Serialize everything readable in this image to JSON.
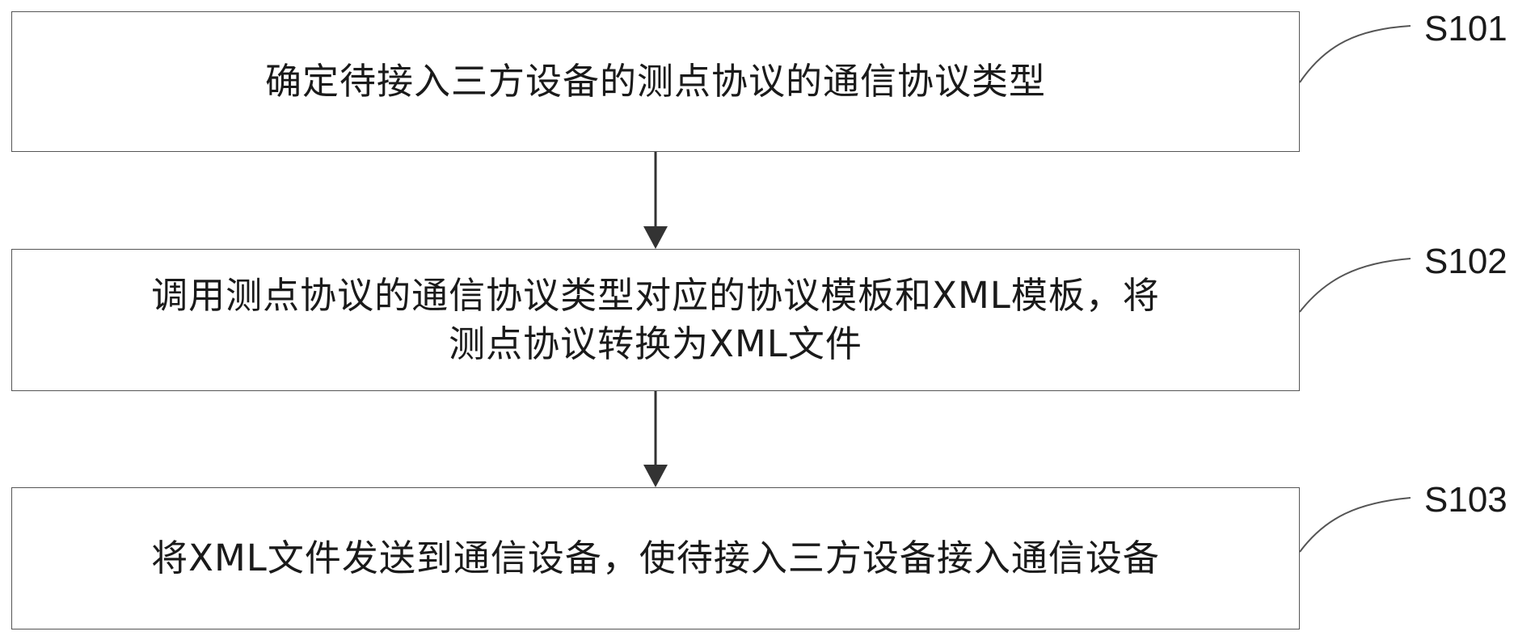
{
  "flowchart": {
    "steps": [
      {
        "id": "S101",
        "text": "确定待接入三方设备的测点协议的通信协议类型"
      },
      {
        "id": "S102",
        "text": "调用测点协议的通信协议类型对应的协议模板和XML模板，将\n测点协议转换为XML文件"
      },
      {
        "id": "S103",
        "text": "将XML文件发送到通信设备，使待接入三方设备接入通信设备"
      }
    ]
  },
  "colors": {
    "box_border": "#555555",
    "arrow": "#333333",
    "text": "#1a1a1a"
  }
}
